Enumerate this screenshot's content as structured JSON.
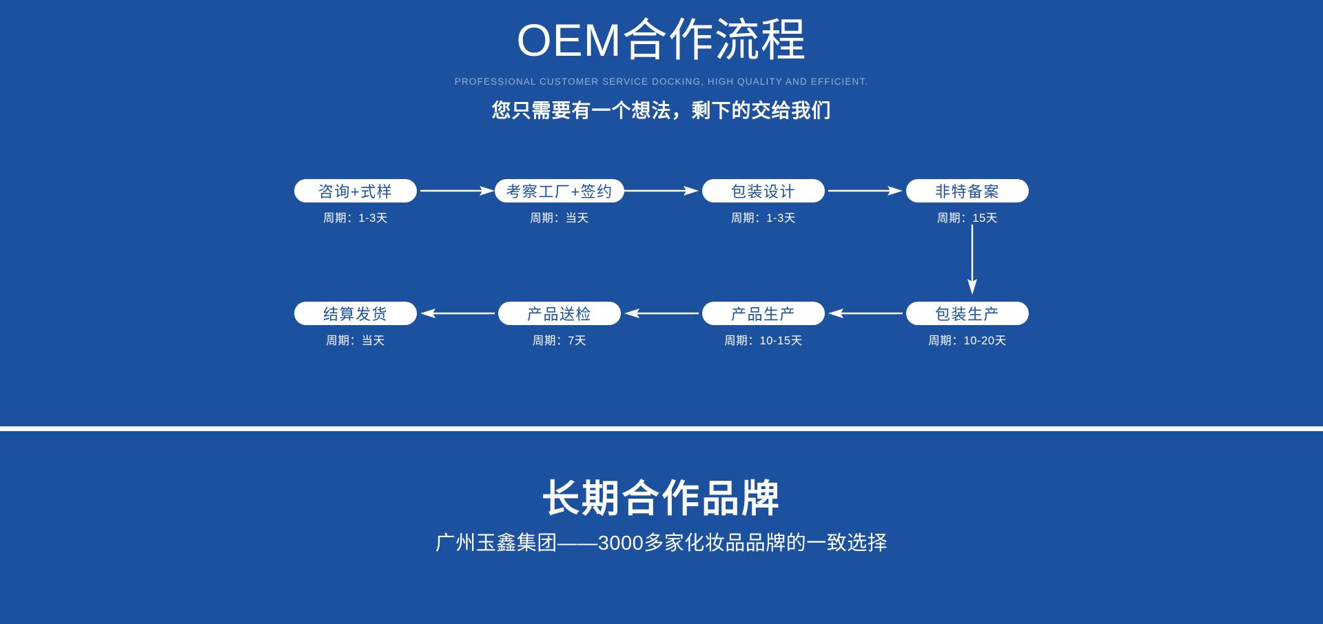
{
  "header": {
    "title": "OEM合作流程",
    "english_subtitle": "PROFESSIONAL CUSTOMER SERVICE DOCKING, HIGH QUALITY AND EFFICIENT.",
    "chinese_subtitle": "您只需要有一个想法，剩下的交给我们"
  },
  "flow": {
    "row1": [
      {
        "name": "咨询+式样",
        "period": "周期：1-3天"
      },
      {
        "name": "考察工厂+签约",
        "period": "周期：当天"
      },
      {
        "name": "包装设计",
        "period": "周期：1-3天"
      },
      {
        "name": "非特备案",
        "period": "周期：15天"
      }
    ],
    "row2": [
      {
        "name": "结算发货",
        "period": "周期：当天"
      },
      {
        "name": "产品送检",
        "period": "周期：7天"
      },
      {
        "name": "产品生产",
        "period": "周期：10-15天"
      },
      {
        "name": "包装生产",
        "period": "周期：10-20天"
      }
    ],
    "arrows": {
      "row1_direction": "right",
      "row2_direction": "left",
      "connector_direction": "down"
    }
  },
  "footer": {
    "title": "长期合作品牌",
    "subtitle": "广州玉鑫集团——3000多家化妆品品牌的一致选择"
  },
  "colors": {
    "background": "#1c519f",
    "pill_background": "#ffffff",
    "pill_text": "#1c519f",
    "english_subtitle": "#97aed2",
    "text": "#ffffff"
  }
}
